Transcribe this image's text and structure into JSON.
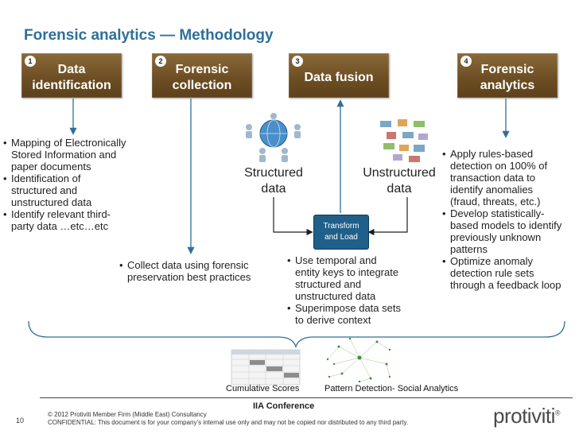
{
  "title": "Forensic analytics — Methodology",
  "phases": [
    {
      "num": "1",
      "line1": "Data",
      "line2": "identification"
    },
    {
      "num": "2",
      "line1": "Forensic",
      "line2": "collection"
    },
    {
      "num": "3",
      "line1": "Data fusion"
    },
    {
      "num": "4",
      "line1": "Forensic",
      "line2": "analytics"
    }
  ],
  "col1_bullets": [
    [
      "Mapping of Electronically",
      "Stored Information and",
      "paper documents"
    ],
    [
      "Identification of",
      "structured and",
      "unstructured data"
    ],
    [
      "Identify relevant third-",
      "party data …etc…etc"
    ]
  ],
  "col2_bullet": [
    "Collect data using forensic",
    "preservation best practices"
  ],
  "structured": [
    "Structured",
    "data"
  ],
  "unstructured": [
    "Unstructured",
    "data"
  ],
  "transform": [
    "Transform",
    "and Load"
  ],
  "col3_bullets": [
    [
      "Use temporal and",
      "entity keys to integrate",
      "structured and",
      "unstructured data"
    ],
    [
      "Superimpose data sets",
      "to derive context"
    ]
  ],
  "col4_bullets": [
    [
      "Apply rules-based",
      "detection on 100% of",
      "transaction data to",
      "identify anomalies",
      "(fraud, threats, etc.)"
    ],
    [
      "Develop statistically-",
      "based models to identify",
      "previously unknown",
      "patterns"
    ],
    [
      "Optimize anomaly",
      "detection rule sets",
      "through a feedback loop"
    ]
  ],
  "captions": {
    "cumulative": "Cumulative Scores",
    "pattern": "Pattern Detection- Social Analytics"
  },
  "conference": "IIA Conference",
  "page_number": "10",
  "copyright": "© 2012 Protiviti Member Firm (Middle East) Consultancy",
  "confidential": "CONFIDENTIAL: This document is for your company’s internal use only and may not be copied nor distributed to any third party.",
  "brand": "protiviti",
  "colors": {
    "title": "#2f6f9a",
    "phase": "#6e4f24",
    "transform": "#1f5f8a",
    "arrow": "#2f6f9a"
  }
}
